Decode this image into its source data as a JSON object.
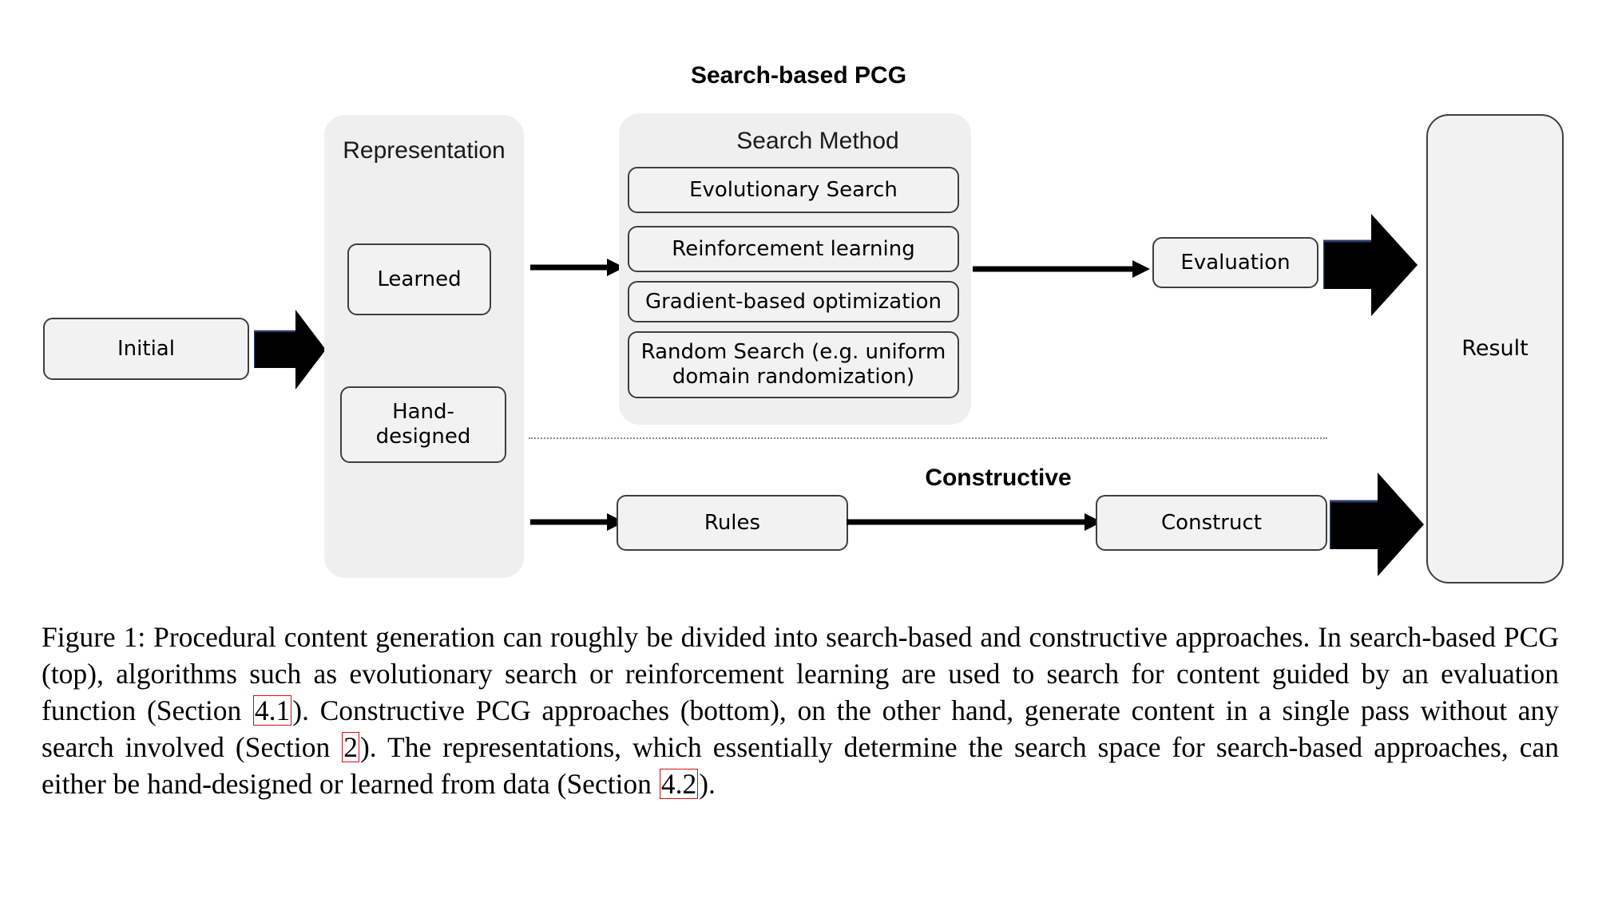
{
  "figure": {
    "headings": {
      "search_based": "Search-based PCG",
      "constructive": "Constructive"
    },
    "panels": {
      "representation": {
        "title": "Representation",
        "boxes": [
          {
            "label": "Learned"
          },
          {
            "label": "Hand-\ndesigned"
          }
        ]
      },
      "search_method": {
        "title": "Search Method",
        "boxes": [
          {
            "label": "Evolutionary Search"
          },
          {
            "label": "Reinforcement learning"
          },
          {
            "label": "Gradient-based optimization"
          },
          {
            "label": "Random Search (e.g. uniform domain randomization)"
          }
        ]
      }
    },
    "nodes": {
      "initial": "Initial",
      "evaluation": "Evaluation",
      "rules": "Rules",
      "construct": "Construct",
      "result": "Result"
    },
    "colors": {
      "panel_fill": "#efefef",
      "node_fill": "#f2f2f2",
      "node_stroke": "#3f3f3f",
      "arrow_fill": "#000000",
      "link_box": "#d01010"
    }
  },
  "caption": {
    "parts": [
      {
        "type": "text",
        "value": "Figure 1: Procedural content generation can roughly be divided into search-based and constructive approaches. In search-based PCG (top), algorithms such as evolutionary search or reinforcement learning are used to search for content guided by an evaluation function (Section "
      },
      {
        "type": "link",
        "value": "4.1"
      },
      {
        "type": "text",
        "value": "). Constructive PCG approaches (bottom), on the other hand, generate content in a single pass without any search involved (Section "
      },
      {
        "type": "link",
        "value": "2"
      },
      {
        "type": "text",
        "value": "). The representations, which essentially determine the search space for search-based approaches, can either be hand-designed or learned from data (Section "
      },
      {
        "type": "link",
        "value": "4.2"
      },
      {
        "type": "text",
        "value": ")."
      }
    ]
  }
}
